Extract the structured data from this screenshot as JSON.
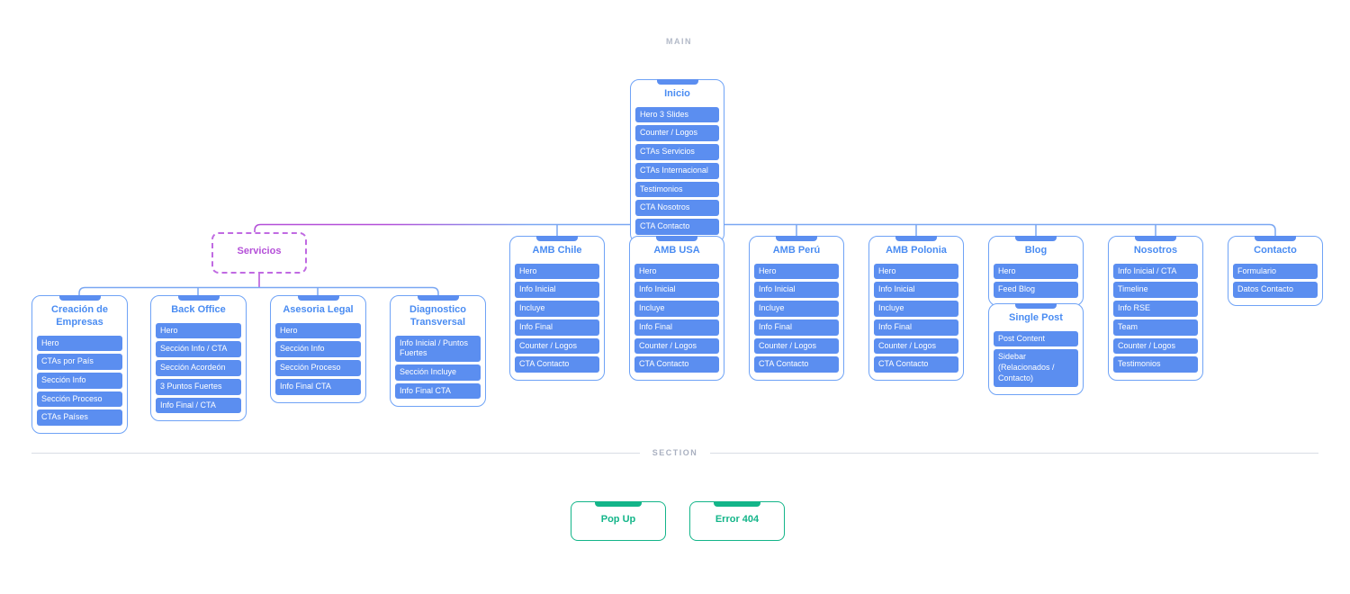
{
  "labels": {
    "main": "MAIN",
    "section": "SECTION"
  },
  "colors": {
    "item_blue": "#5b8ef0",
    "card_border_blue": "#6fa3f6",
    "title_blue": "#4a8cf2",
    "connector_blue": "#7aa7f2",
    "purple": "#b44fd8",
    "green": "#13b589",
    "label_gray": "#b3bac8"
  },
  "cards": [
    {
      "id": "inicio",
      "variant": "blue",
      "title": "Inicio",
      "items": [
        "Hero 3 Slides",
        "Counter / Logos",
        "CTAs Servicios",
        "CTAs Internacional",
        "Testimonios",
        "CTA Nosotros",
        "CTA Contacto"
      ]
    },
    {
      "id": "servicios",
      "variant": "dashed",
      "title": "Servicios",
      "items": []
    },
    {
      "id": "creacion-de-empresas",
      "variant": "blue",
      "title": "Creación de Empresas",
      "items": [
        "Hero",
        "CTAs por País",
        "Sección Info",
        "Sección Proceso",
        "CTAs Países"
      ]
    },
    {
      "id": "back-office",
      "variant": "blue",
      "title": "Back Office",
      "items": [
        "Hero",
        "Sección Info / CTA",
        "Sección Acordeón",
        "3 Puntos Fuertes",
        "Info Final / CTA"
      ]
    },
    {
      "id": "asesoria-legal",
      "variant": "blue",
      "title": "Asesoria Legal",
      "items": [
        "Hero",
        "Sección Info",
        "Sección Proceso",
        "Info Final CTA"
      ]
    },
    {
      "id": "diagnostico-transversal",
      "variant": "blue",
      "title": "Diagnostico Transversal",
      "items": [
        "Info Inicial / Puntos Fuertes",
        "Sección Incluye",
        "Info Final CTA"
      ]
    },
    {
      "id": "amb-chile",
      "variant": "blue",
      "title": "AMB Chile",
      "items": [
        "Hero",
        "Info Inicial",
        "Incluye",
        "Info Final",
        "Counter / Logos",
        "CTA Contacto"
      ]
    },
    {
      "id": "amb-usa",
      "variant": "blue",
      "title": "AMB USA",
      "items": [
        "Hero",
        "Info Inicial",
        "Incluye",
        "Info Final",
        "Counter / Logos",
        "CTA Contacto"
      ]
    },
    {
      "id": "amb-peru",
      "variant": "blue",
      "title": "AMB Perú",
      "items": [
        "Hero",
        "Info Inicial",
        "Incluye",
        "Info Final",
        "Counter / Logos",
        "CTA Contacto"
      ]
    },
    {
      "id": "amb-polonia",
      "variant": "blue",
      "title": "AMB Polonia",
      "items": [
        "Hero",
        "Info Inicial",
        "Incluye",
        "Info Final",
        "Counter / Logos",
        "CTA Contacto"
      ]
    },
    {
      "id": "blog",
      "variant": "blue",
      "title": "Blog",
      "items": [
        "Hero",
        "Feed Blog"
      ]
    },
    {
      "id": "single-post",
      "variant": "blue",
      "title": "Single Post",
      "items": [
        "Post Content",
        "Sidebar (Relacionados / Contacto)"
      ]
    },
    {
      "id": "nosotros",
      "variant": "blue",
      "title": "Nosotros",
      "items": [
        "Info Inicial / CTA",
        "Timeline",
        "Info RSE",
        "Team",
        "Counter / Logos",
        "Testimonios"
      ]
    },
    {
      "id": "contacto",
      "variant": "blue",
      "title": "Contacto",
      "items": [
        "Formulario",
        "Datos Contacto"
      ]
    },
    {
      "id": "pop-up",
      "variant": "green",
      "title": "Pop Up",
      "items": []
    },
    {
      "id": "error-404",
      "variant": "green",
      "title": "Error 404",
      "items": []
    }
  ]
}
